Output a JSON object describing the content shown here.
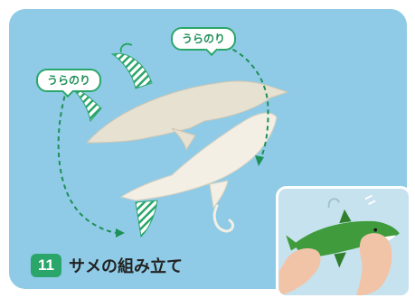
{
  "label_back_glue": "うらのり",
  "step": {
    "number": "11",
    "title": "サメの組み立て"
  },
  "colors": {
    "sky": "#8fcbe6",
    "accent_green": "#2aa66a",
    "shark_paper_back": "#e7e1d2",
    "shark_paper_front": "#f3efe4",
    "model_green": "#3f9b3c"
  },
  "icons": {
    "assembly_arrow": "dashed-curved-arrow",
    "back_glue_area": "striped-tab"
  }
}
